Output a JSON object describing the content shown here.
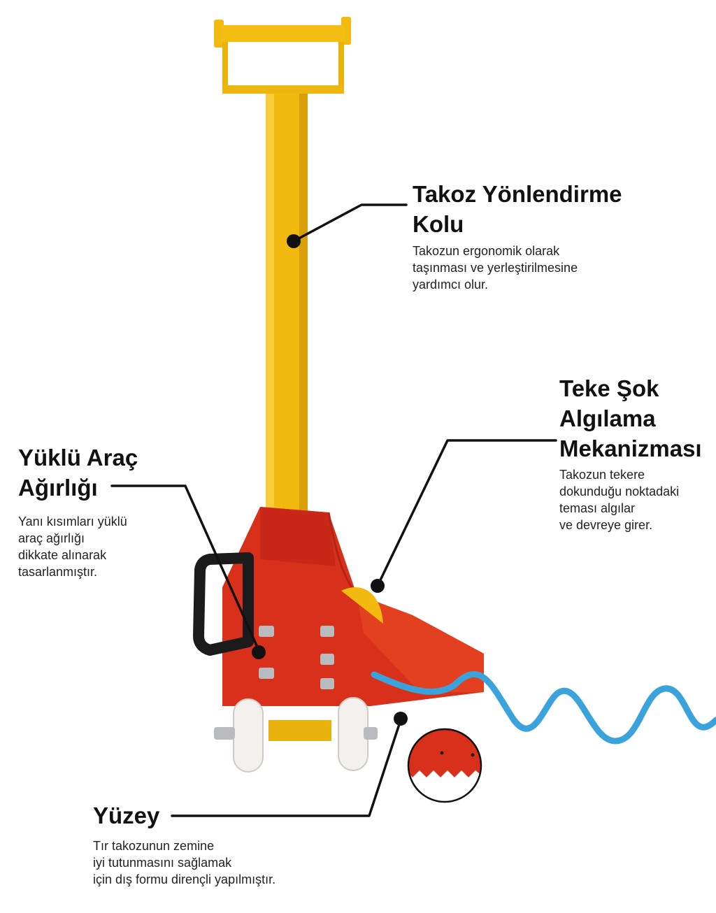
{
  "colors": {
    "handle_yellow": "#f2b90f",
    "body_red": "#d9301c",
    "hose_blue": "#3aa3dc",
    "wheel_white": "#f3f1ee",
    "grip_black": "#1b1b1b"
  },
  "callouts": {
    "handle": {
      "title_lines": [
        "Takoz Yönlendirme",
        "Kolu"
      ],
      "desc_lines": [
        "Takozun ergonomik olarak",
        "taşınması ve yerleştirilmesine",
        "yardımcı olur."
      ]
    },
    "shock": {
      "title_lines": [
        "Teke Şok",
        "Algılama",
        "Mekanizması"
      ],
      "desc_lines": [
        "Takozun tekere",
        "dokunduğu noktadaki",
        "teması algılar",
        "ve devreye girer."
      ]
    },
    "weight": {
      "title_lines": [
        "Yüklü Araç",
        "Ağırlığı"
      ],
      "desc_lines": [
        "Yanı kısımları yüklü",
        "araç ağırlığı",
        "dikkate alınarak",
        "tasarlanmıştır."
      ]
    },
    "surface": {
      "title_lines": [
        "Yüzey"
      ],
      "desc_lines": [
        "Tır takozunun zemine",
        "iyi tutunmasını sağlamak",
        "için dış formu dirençli yapılmıştır."
      ]
    }
  }
}
